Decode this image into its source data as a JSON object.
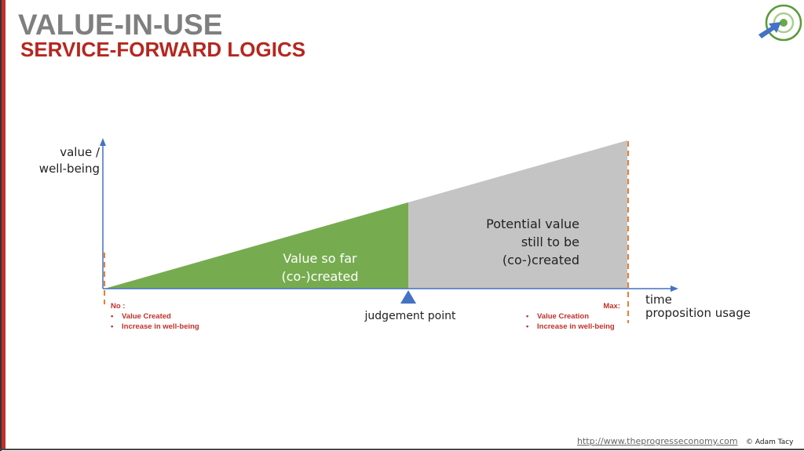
{
  "header": {
    "title": "VALUE-IN-USE",
    "subtitle": "SERVICE-FORWARD LOGICS",
    "logo_icon": "target-arrow-icon"
  },
  "colors": {
    "title_grey": "#7f7f7f",
    "accent_red": "#b5271f",
    "green_area": "#76ac4f",
    "grey_area": "#c4c4c4",
    "axis_blue": "#4472c4",
    "dashed_orange": "#ed7d31"
  },
  "diagram": {
    "y_axis_label_line1": "value /",
    "y_axis_label_line2": "well-being",
    "x_axis_label_line1": "time",
    "x_axis_label_line2": "proposition usage",
    "green_region_line1": "Value so far",
    "green_region_line2": "(co-)created",
    "grey_region_line1": "Potential value",
    "grey_region_line2": "still to be",
    "grey_region_line3": "(co-)created",
    "judgement_label": "judgement point",
    "min_note": {
      "heading": "No :",
      "items": [
        "Value Created",
        "Increase in well-being"
      ]
    },
    "max_note": {
      "heading": "Max:",
      "items": [
        "Value Creation",
        "Increase in well-being"
      ]
    }
  },
  "footer": {
    "link": "http://www.theprogresseconomy.com",
    "copyright": "© Adam Tacy"
  }
}
